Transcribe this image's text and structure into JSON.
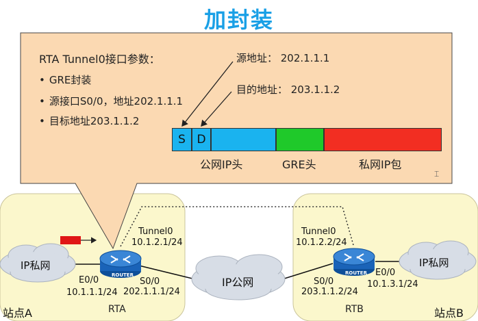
{
  "title": "加封装",
  "callout": {
    "heading": "RTA Tunnel0接口参数：",
    "bullets": [
      "GRE封装",
      "源接口S0/0，地址202.1.1.1",
      "目标地址203.1.1.2"
    ],
    "source_label": "源地址：  202.1.1.1",
    "dest_label": "目的地址：  203.1.1.2"
  },
  "packet": {
    "segments": [
      {
        "text": "S",
        "color": "#1ab3ef"
      },
      {
        "text": "D",
        "color": "#1ab3ef"
      },
      {
        "text": "",
        "color": "#1ab3ef"
      },
      {
        "text": "",
        "color": "#1fc92a"
      },
      {
        "text": "",
        "color": "#f22e22"
      }
    ],
    "captions": [
      "公网IP头",
      "GRE头",
      "私网IP包"
    ]
  },
  "colors": {
    "callout_fill": "#fbd9b2",
    "site_fill": "#fbf7cc",
    "cloud_fill": "#d7dde6",
    "router_blue": "#1a63b8",
    "title_blue": "#1aa0e6"
  },
  "topology": {
    "site_a_label": "站点A",
    "site_b_label": "站点B",
    "cloud_a_label": "IP私网",
    "cloud_b_label": "IP私网",
    "public_cloud_label": "IP公网",
    "router_badge": "ROUTER",
    "rta": {
      "name": "RTA",
      "tunnel_name": "Tunnel0",
      "tunnel_ip": "10.1.2.1/24",
      "e00_name": "E0/0",
      "e00_ip": "10.1.1.1/24",
      "s00_name": "S0/0",
      "s00_ip": "202.1.1.1/24"
    },
    "rtb": {
      "name": "RTB",
      "tunnel_name": "Tunnel0",
      "tunnel_ip": "10.1.2.2/24",
      "e00_name": "E0/0",
      "e00_ip": "10.1.3.1/24",
      "s00_name": "S0/0",
      "s00_ip": "203.1.1.2/24"
    }
  }
}
